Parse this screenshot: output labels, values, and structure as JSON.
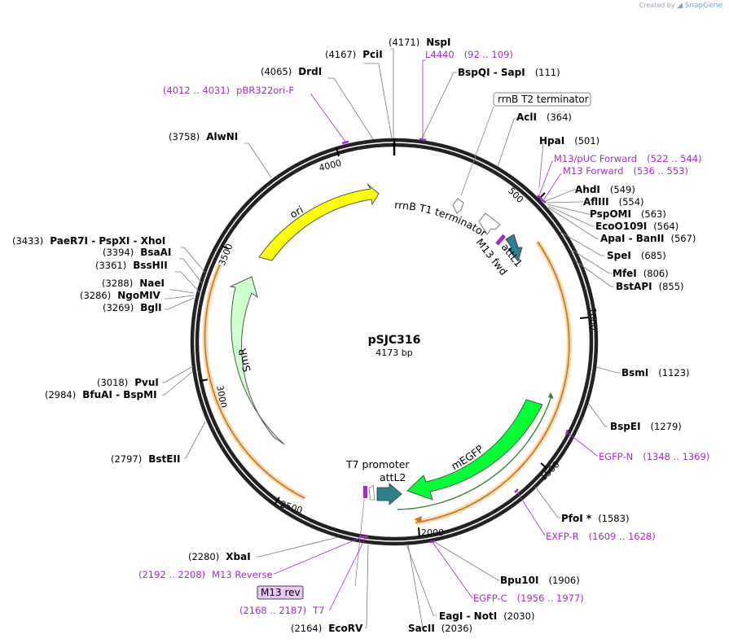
{
  "brand": {
    "created_by": "Created by",
    "app": "SnapGene"
  },
  "plasmid": {
    "name": "pSJC316",
    "length_label": "4173 bp"
  },
  "ticks": [
    "500",
    "1000",
    "1500",
    "2000",
    "2500",
    "3000",
    "3500",
    "4000"
  ],
  "features": {
    "ori": "ori",
    "smr": "SmR",
    "megfp": "mEGFP",
    "rrnb_t1": "rrnB T1 terminator",
    "rrnb_t2": "rrnB T2 terminator",
    "m13_fwd": "M13 fwd",
    "attl1": "attL1",
    "attl2": "attL2",
    "t7_promoter": "T7 promoter",
    "m13_rev": "M13 rev"
  },
  "sites": [
    {
      "pos": "(4171)",
      "name": "NspI"
    },
    {
      "pos": "(4167)",
      "name": "PciI"
    },
    {
      "pos": "(4065)",
      "name": "DrdI"
    },
    {
      "pos": "(3758)",
      "name": "AlwNI"
    },
    {
      "pos": "(3433)",
      "name": "PaeR7I  -  PspXI  -  XhoI"
    },
    {
      "pos": "(3394)",
      "name": "BsaAI"
    },
    {
      "pos": "(3361)",
      "name": "BssHII"
    },
    {
      "pos": "(3288)",
      "name": "NaeI"
    },
    {
      "pos": "(3286)",
      "name": "NgoMIV"
    },
    {
      "pos": "(3269)",
      "name": "BglI"
    },
    {
      "pos": "(3018)",
      "name": "PvuI"
    },
    {
      "pos": "(2984)",
      "name": "BfuAI  -  BspMI"
    },
    {
      "pos": "(2797)",
      "name": "BstEII"
    },
    {
      "pos": "(2280)",
      "name": "XbaI"
    },
    {
      "pos": "(2164)",
      "name": "EcoRV"
    },
    {
      "pos": "(2036)",
      "name": "SacII"
    },
    {
      "pos": "(2030)",
      "name": "EagI  -  NotI"
    },
    {
      "pos": "(1906)",
      "name": "Bpu10I"
    },
    {
      "pos": "(1583)",
      "name": "PfoI *"
    },
    {
      "pos": "(1279)",
      "name": "BspEI"
    },
    {
      "pos": "(1123)",
      "name": "BsmI"
    },
    {
      "pos": "(855)",
      "name": "BstAPI"
    },
    {
      "pos": "(806)",
      "name": "MfeI"
    },
    {
      "pos": "(685)",
      "name": "SpeI"
    },
    {
      "pos": "(567)",
      "name": "ApaI  -  BanII"
    },
    {
      "pos": "(564)",
      "name": "EcoO109I"
    },
    {
      "pos": "(563)",
      "name": "PspOMI"
    },
    {
      "pos": "(554)",
      "name": "AflIII"
    },
    {
      "pos": "(549)",
      "name": "AhdI"
    },
    {
      "pos": "(501)",
      "name": "HpaI"
    },
    {
      "pos": "(364)",
      "name": "AclI"
    },
    {
      "pos": "(111)",
      "name": "BspQI  -  SapI"
    }
  ],
  "primers": [
    {
      "name": "L4440",
      "range": "(92 .. 109)"
    },
    {
      "name": "pBR322ori-F",
      "range": "(4012 .. 4031)"
    },
    {
      "name": "M13/pUC Forward",
      "range": "(522 .. 544)"
    },
    {
      "name": "M13 Forward",
      "range": "(536 .. 553)"
    },
    {
      "name": "EGFP-N",
      "range": "(1348 .. 1369)"
    },
    {
      "name": "EXFP-R",
      "range": "(1609 .. 1628)"
    },
    {
      "name": "EGFP-C",
      "range": "(1956 .. 1977)"
    },
    {
      "name": "M13 Reverse",
      "range": "(2192 .. 2208)"
    },
    {
      "name": "T7",
      "range": "(2168 .. 2187)"
    }
  ],
  "colors": {
    "backbone": "#222222",
    "ori": "#ffff00",
    "smr": "#ccffcc",
    "megfp": "#00ff33",
    "att": "#2f7f8f",
    "primer": "#a02cc8",
    "orange_line": "#c8781e",
    "orange_glow": "#f6d8a8"
  }
}
